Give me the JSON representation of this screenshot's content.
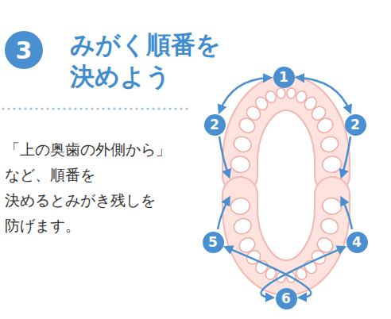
{
  "diagram": {
    "title": "みがく順番を 決めよう",
    "nodes": [
      {
        "text": [
          "3"
        ]
      },
      {
        "text": [
          "1"
        ]
      },
      {
        "text": [
          "2"
        ]
      },
      {
        "text": [
          "2"
        ]
      },
      {
        "text": [
          "5"
        ]
      },
      {
        "text": [
          "4"
        ]
      },
      {
        "text": [
          "6"
        ]
      }
    ],
    "edges": [
      {
        "from": 1,
        "to": 2,
        "arrow": "both"
      },
      {
        "from": 1,
        "to": 3,
        "arrow": "both"
      },
      {
        "from": 6,
        "to": 4,
        "arrow": "both"
      },
      {
        "from": 6,
        "to": 5,
        "arrow": "both"
      }
    ],
    "labels": [
      "「上の奥歯の外側から」 など、順番を 決めるとみがき残しを 防げます。"
    ]
  }
}
